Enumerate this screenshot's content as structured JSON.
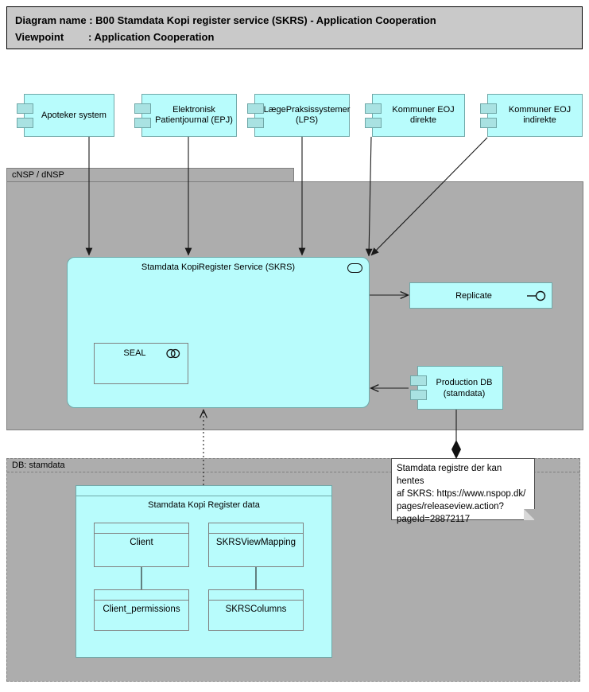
{
  "header": {
    "line1": "Diagram name : B00 Stamdata Kopi register service (SKRS) - Application Cooperation",
    "viewpoint_label": "Viewpoint",
    "viewpoint_value": ": Application Cooperation"
  },
  "actors": [
    {
      "label": "Apoteker system"
    },
    {
      "label": "Elektronisk Patientjournal (EPJ)"
    },
    {
      "label": "LægePraksissystemer (LPS)"
    },
    {
      "label": "Kommuner EOJ direkte"
    },
    {
      "label": "Kommuner EOJ indirekte"
    }
  ],
  "groups": {
    "cnsp": {
      "label": "cNSP / dNSP"
    },
    "db": {
      "label": "DB: stamdata"
    }
  },
  "service": {
    "label": "Stamdata KopiRegister Service (SKRS)",
    "icon": "application-service-icon"
  },
  "seal": {
    "label": "SEAL",
    "icon": "collaboration-circles-icon"
  },
  "replicate": {
    "label": "Replicate",
    "icon": "interface-lollipop-icon"
  },
  "production_db": {
    "label": "Production DB (stamdata)"
  },
  "note": {
    "lines": [
      "Stamdata registre der kan hentes",
      "af SKRS: https://www.nspop.dk/",
      "pages/releaseview.action?",
      "pageId=28872117"
    ]
  },
  "data_model": {
    "title": "Stamdata Kopi Register data",
    "tables": [
      {
        "name": "Client"
      },
      {
        "name": "SKRSViewMapping"
      },
      {
        "name": "Client_permissions"
      },
      {
        "name": "SKRSColumns"
      }
    ]
  },
  "colors": {
    "element_fill": "#B8FCFC",
    "element_border": "#70A8A8",
    "group_fill": "#ADADAD",
    "group_border": "#7F7F7F",
    "titlebar_fill": "#C9C9C9",
    "note_fill": "#FFFFFF",
    "connector": "#1A1A1A"
  }
}
